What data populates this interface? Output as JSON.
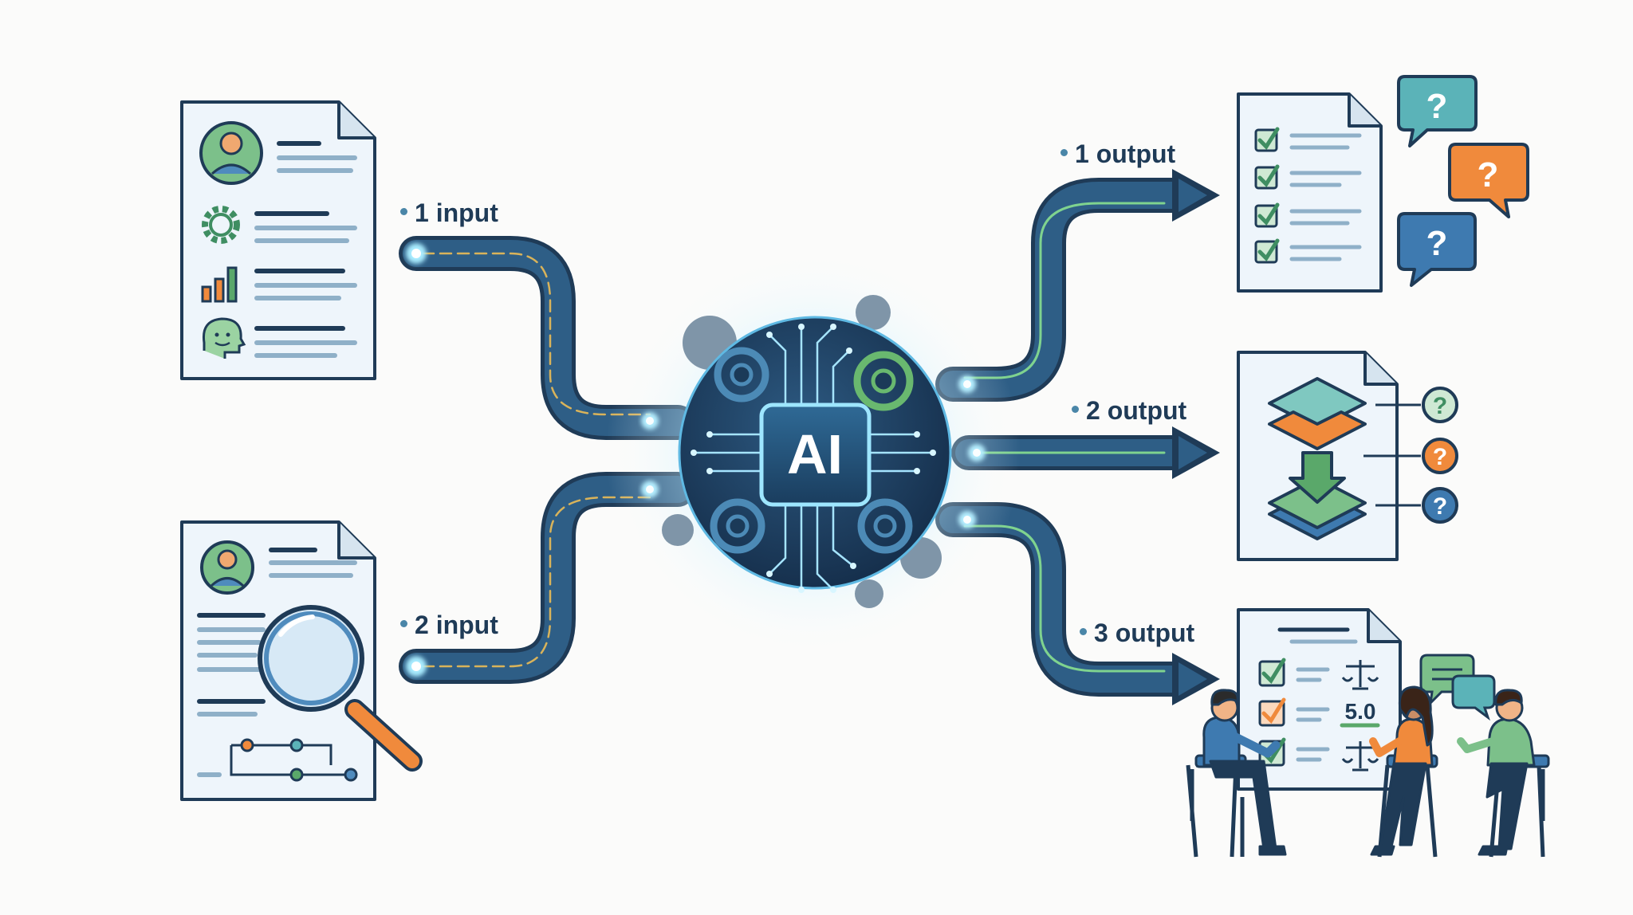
{
  "inputs": [
    {
      "label": "1 input"
    },
    {
      "label": "2 input"
    }
  ],
  "outputs": [
    {
      "label": "1 output"
    },
    {
      "label": "2 output"
    },
    {
      "label": "3 output"
    }
  ],
  "hub": {
    "label": "AI"
  },
  "output3": {
    "score": "5.0"
  },
  "marks": {
    "question": "?"
  },
  "colors": {
    "navy": "#1f3b57",
    "teal": "#5bb3b8",
    "green": "#5aa86a",
    "orange": "#f08a3c",
    "glow": "#7fd8ff",
    "paper": "#eef5fb"
  }
}
